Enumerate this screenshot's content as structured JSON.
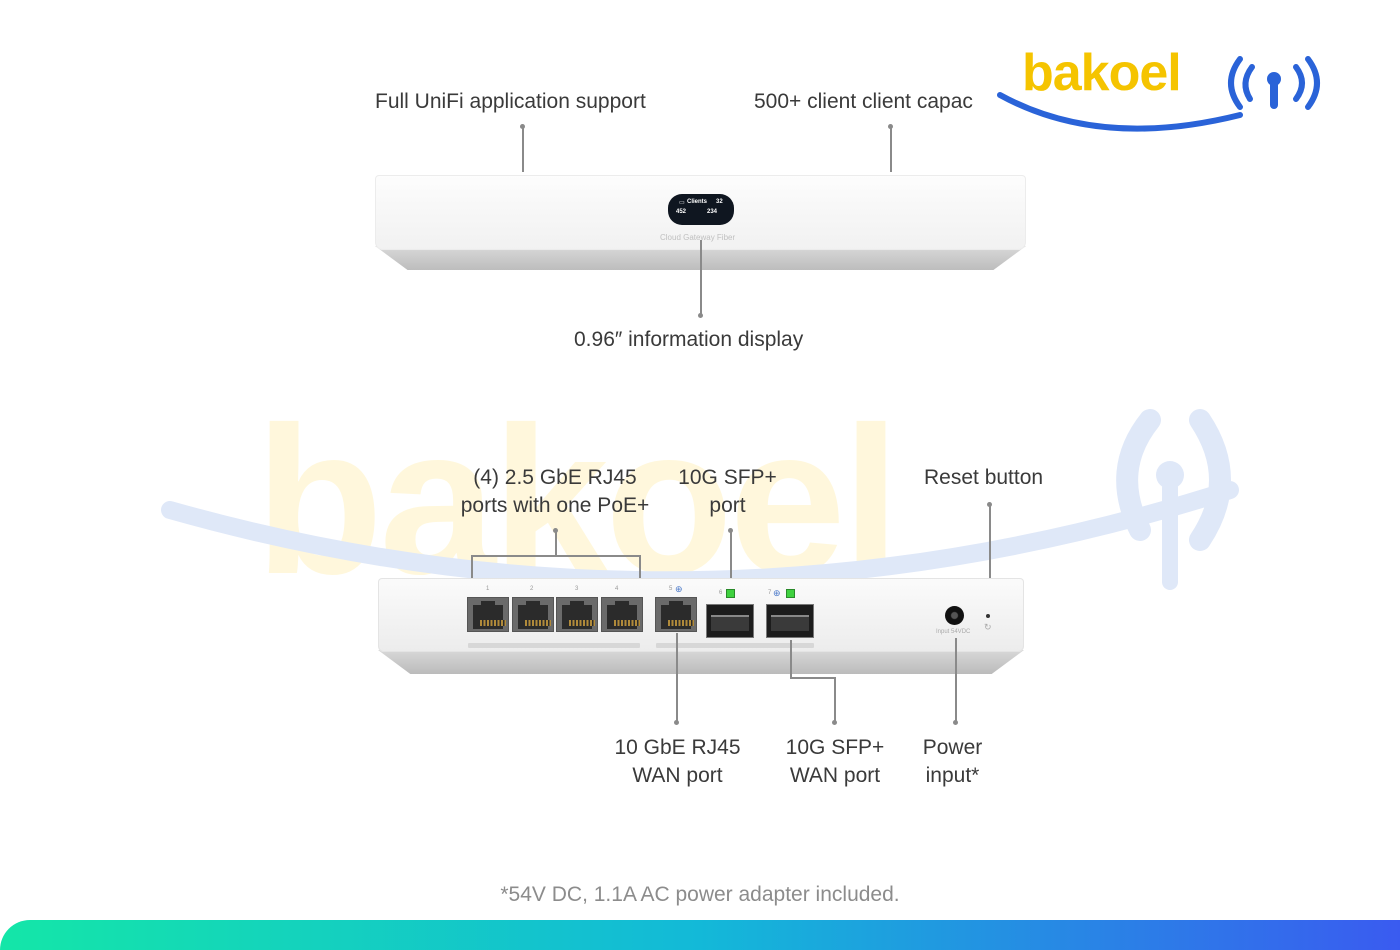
{
  "device1": {
    "callouts": {
      "app_support": "Full UniFi application support",
      "client_capacity": "500+ client client capac",
      "display": "0.96″ information display"
    },
    "screen": {
      "clients_label": "Clients",
      "clients_count": "32",
      "left_value": "452",
      "right_value": "234"
    },
    "caption": "Cloud Gateway Fiber"
  },
  "device2": {
    "callouts": {
      "rj45_ports_line1": "(4) 2.5 GbE RJ45",
      "rj45_ports_line2": "ports with one PoE+",
      "sfp_line1": "10G SFP+",
      "sfp_line2": "port",
      "reset": "Reset button",
      "wan_rj45_line1": "10 GbE RJ45",
      "wan_rj45_line2": "WAN port",
      "wan_sfp_line1": "10G SFP+",
      "wan_sfp_line2": "WAN port",
      "power_line1": "Power",
      "power_line2": "input*"
    },
    "port_numbers": [
      "1",
      "2",
      "3",
      "4",
      "5",
      "6",
      "7"
    ],
    "power_label": "Input 54VDC"
  },
  "footnote": "*54V DC, 1.1A AC power adapter included.",
  "watermark": {
    "text": "bakoel"
  },
  "colors": {
    "logo_yellow": "#f5c400",
    "logo_blue": "#2a63d8",
    "led_green": "#3fd13f"
  }
}
